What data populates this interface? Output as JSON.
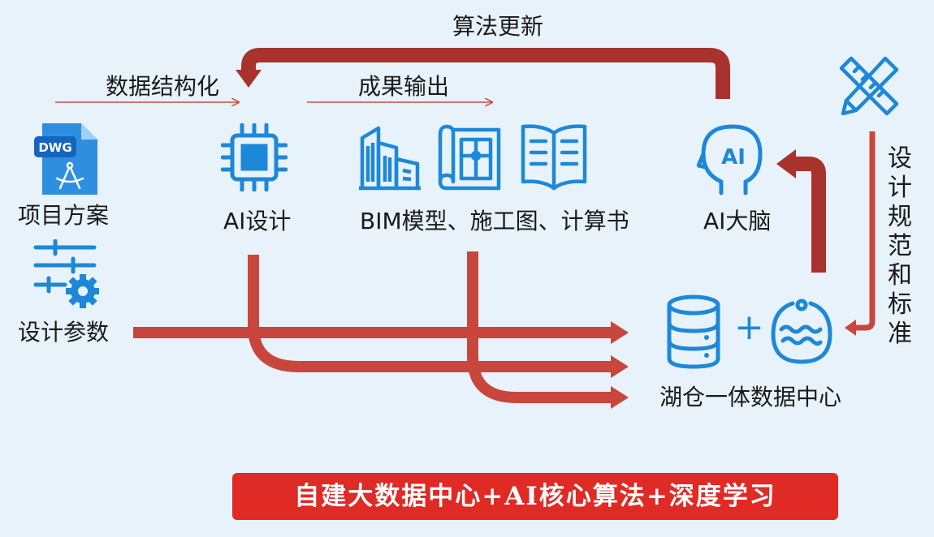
{
  "colors": {
    "background": "#e8f2fa",
    "icon_blue": "#1e88d8",
    "arrow_red": "#c8463c",
    "arrow_dark_red": "#a8322c",
    "thin_arrow_red": "#d04a40",
    "banner_red": "#e02a25"
  },
  "labels": {
    "algorithm_update": "算法更新",
    "data_structuring": "数据结构化",
    "result_output": "成果输出",
    "project_plan": "项目方案",
    "design_params": "设计参数",
    "ai_design": "AI设计",
    "outputs": "BIM模型、施工图、计算书",
    "ai_brain": "AI大脑",
    "data_center": "湖仓一体数据中心",
    "plus": "+",
    "standards": "设计规范和标准"
  },
  "icons": {
    "dwg_file": "dwg-file-icon",
    "dwg_badge": "DWG",
    "sliders": "sliders-gear-icon",
    "chip": "chip-icon",
    "building": "building-icon",
    "blueprint": "blueprint-icon",
    "book": "book-icon",
    "ai_head": "ai-head-icon",
    "ai_head_text": "AI",
    "ruler_pencil": "ruler-pencil-icon",
    "database": "database-icon",
    "lake": "lake-icon"
  },
  "banner": {
    "text": "自建大数据中心+AI核心算法+深度学习"
  }
}
